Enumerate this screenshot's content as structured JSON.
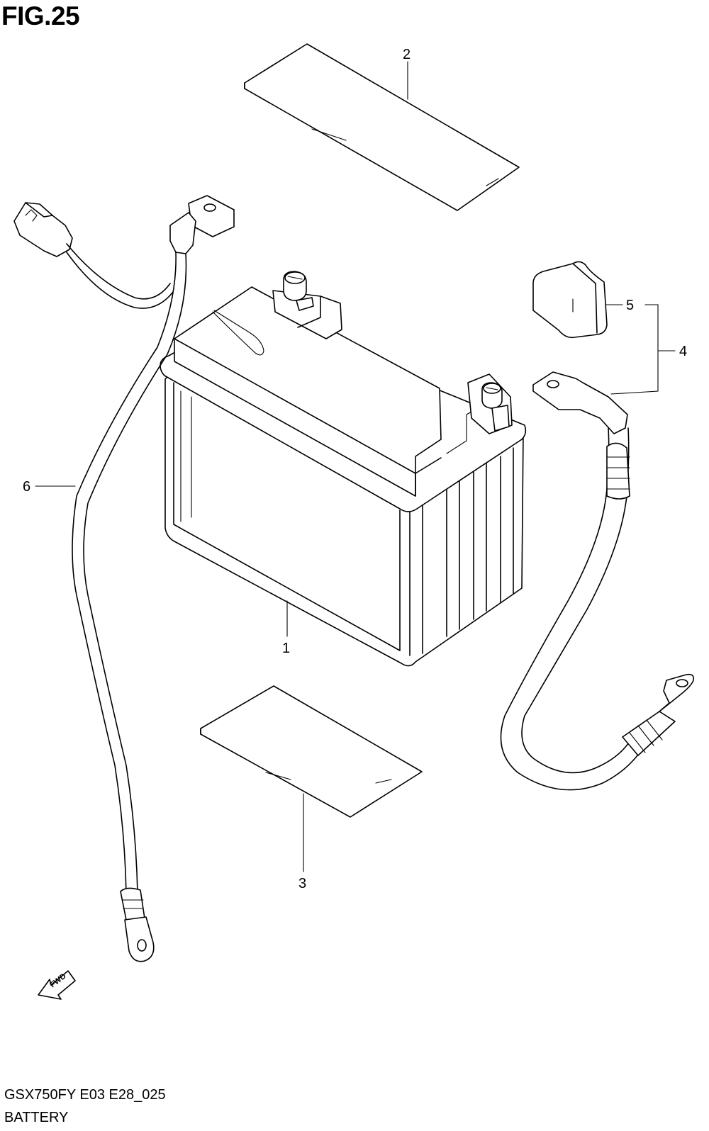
{
  "figure": {
    "title": "FIG.25",
    "code": "GSX750FY E03 E28_025",
    "subtitle": "BATTERY"
  },
  "callouts": [
    {
      "id": "1",
      "label": "1"
    },
    {
      "id": "2",
      "label": "2"
    },
    {
      "id": "3",
      "label": "3"
    },
    {
      "id": "4",
      "label": "4"
    },
    {
      "id": "5",
      "label": "5"
    },
    {
      "id": "6",
      "label": "6"
    }
  ],
  "fwd_arrow": {
    "label": "FWD"
  },
  "colors": {
    "line": "#000000",
    "background": "#ffffff"
  }
}
